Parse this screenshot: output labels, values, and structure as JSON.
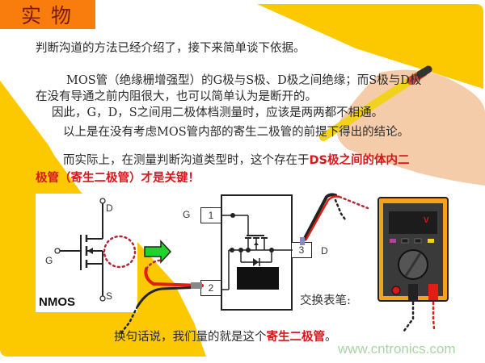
{
  "slide": {
    "title": "实物",
    "colors": {
      "title_bg": "#f97d0c",
      "title_text": "#7a1a10",
      "accent_yellow": "#fcc800",
      "highlight_red": "#d9161c",
      "arrow_green": "#1fd32c",
      "watermark_green": "#a9d6a3",
      "meter_body": "#f6a21b",
      "meter_face": "#3a3a3a"
    },
    "paragraphs": [
      {
        "text": "判断沟道的方法已经介绍了，接下来简单谈下依据。"
      },
      {
        "text": "MOS管（绝缘栅增强型）的G极与S极、D极之间绝缘；而S极与D极"
      },
      {
        "text": "在没有导通之前内阻很大，也可以简单认为是断开的。"
      },
      {
        "text": "因此，G，D，S之间用二极体档测量时，应该是两两都不相通。"
      },
      {
        "text": "以上是在没有考虑MOS管内部的寄生二极管的前提下得出的结论。"
      },
      {
        "normal": "而实际上，在测量判断沟道类型时，这个存在于",
        "highlight": "DS极之间的体内二"
      },
      {
        "highlight": "极管（寄生二极管）才是关键！"
      }
    ],
    "nmos_diagram": {
      "label": "NMOS",
      "pins": {
        "drain": "D",
        "gate": "G",
        "source": "S"
      }
    },
    "package_diagram": {
      "pins": [
        {
          "number": "1",
          "name": "G"
        },
        {
          "number": "2",
          "name": ""
        },
        {
          "number": "3",
          "name": "D"
        }
      ]
    },
    "multimeter": {
      "display_unit": "V"
    },
    "swap_probes_label": "交换表笔:",
    "conclusion": {
      "normal": "换句话说，我们量的就是这个",
      "highlight": "寄生二极管",
      "end": "。"
    },
    "watermark": "www.cntronics.com"
  }
}
